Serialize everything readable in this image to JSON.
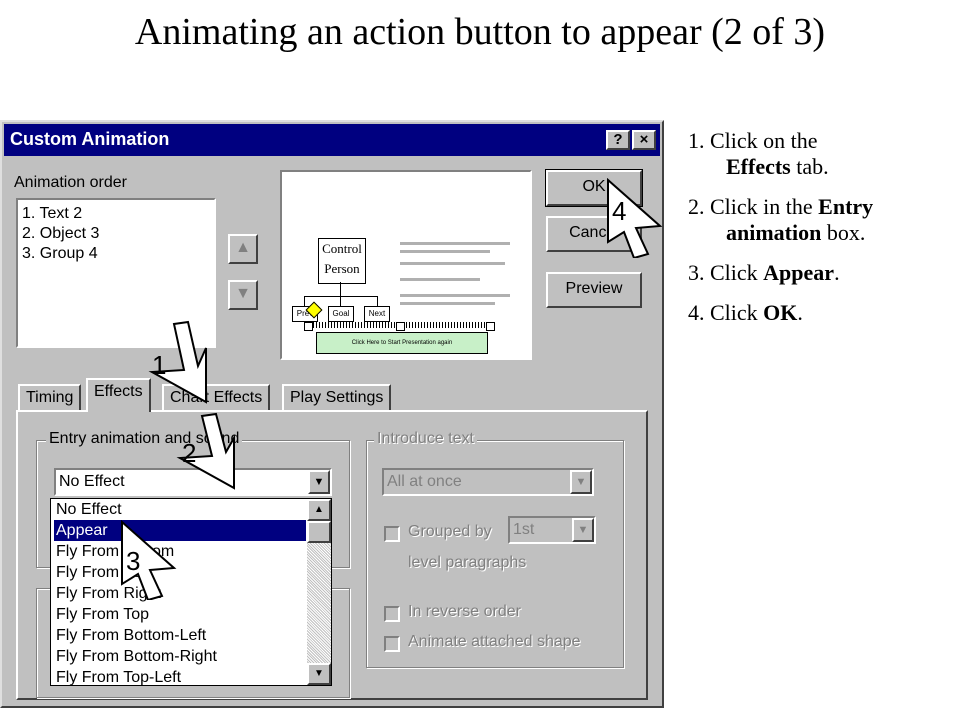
{
  "slide": {
    "title": "Animating an action button to appear  (2 of 3)"
  },
  "dialog": {
    "title": "Custom Animation",
    "help_glyph": "?",
    "close_glyph": "×",
    "animation_order_label": "Animation order",
    "animation_order_items": [
      "1. Text 2",
      "2. Object 3",
      "3. Group 4"
    ],
    "move_up_glyph": "▲",
    "move_down_glyph": "▼",
    "buttons": {
      "ok": "OK",
      "cancel": "Cancel",
      "preview": "Preview"
    },
    "preview_slide": {
      "box_line1": "Control",
      "box_line2": "Person",
      "sub1": "Prev",
      "sub2": "Goal",
      "sub3": "Next",
      "banner": "Click Here to Start Presentation again"
    },
    "tabs": [
      "Timing",
      "Effects",
      "Chart Effects",
      "Play Settings"
    ],
    "entry_group_label": "Entry animation and sound",
    "entry_combo_value": "No Effect",
    "introduce_group_label": "Introduce text",
    "introduce_combo_value": "All at once",
    "grouped_by_label": "Grouped by",
    "grouped_by_value": "1st",
    "level_paragraphs_label": "level paragraphs",
    "reverse_order_label": "In reverse order",
    "animate_shape_label": "Animate attached shape",
    "dropdown_options": [
      "No Effect",
      "Appear",
      "Fly From Bottom",
      "Fly From Left",
      "Fly From Right",
      "Fly From Top",
      "Fly From Bottom-Left",
      "Fly From Bottom-Right",
      "Fly From Top-Left"
    ],
    "dropdown_selected_index": 1
  },
  "callouts": [
    "1",
    "2",
    "3",
    "4"
  ],
  "instructions": {
    "step1_a": "1. Click on the",
    "step1_b_bold": "Effects",
    "step1_b_rest": " tab.",
    "step2_a": "2. Click in the ",
    "step2_a_bold": "Entry",
    "step2_b_bold": "animation",
    "step2_b_rest": "  box.",
    "step3_a": "3. Click ",
    "step3_bold": "Appear",
    "step3_rest": ".",
    "step4_a": "4. Click ",
    "step4_bold": "OK",
    "step4_rest": "."
  },
  "colors": {
    "titlebar": "#000080",
    "dialog_face": "#c0c0c0",
    "selection": "#000080",
    "preview_banner": "#c8f0c8"
  }
}
